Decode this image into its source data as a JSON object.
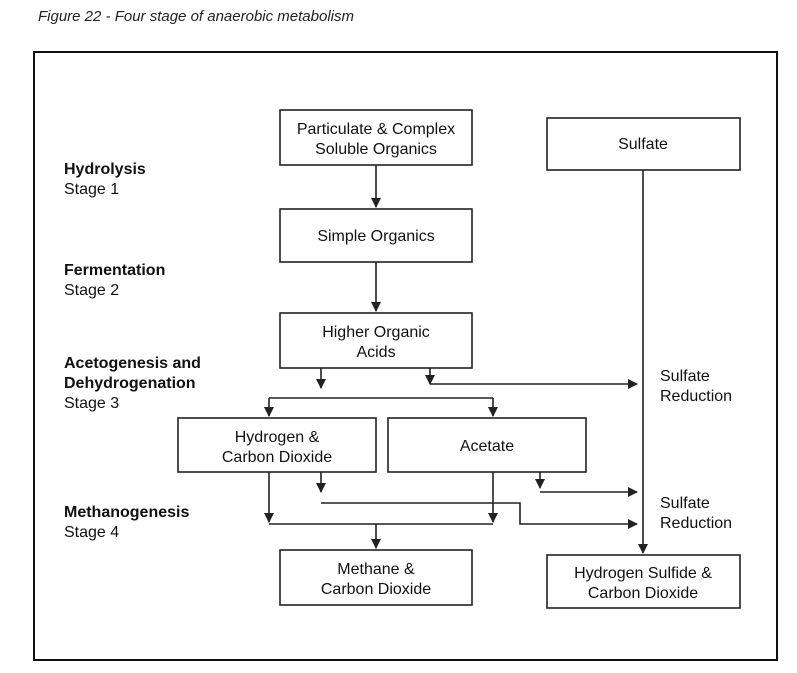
{
  "caption": "Figure 22 - Four stage of anaerobic metabolism",
  "stages": [
    {
      "name": "Hydrolysis",
      "number": "Stage 1"
    },
    {
      "name": "Fermentation",
      "number": "Stage 2"
    },
    {
      "name_line1": "Acetogenesis and",
      "name_line2": "Dehydrogenation",
      "number": "Stage 3"
    },
    {
      "name": "Methanogenesis",
      "number": "Stage 4"
    }
  ],
  "boxes": {
    "particulate": {
      "line1": "Particulate & Complex",
      "line2": "Soluble Organics"
    },
    "simple": {
      "line1": "Simple Organics"
    },
    "higher_acids": {
      "line1": "Higher Organic",
      "line2": "Acids"
    },
    "hydrogen_co2": {
      "line1": "Hydrogen &",
      "line2": "Carbon Dioxide"
    },
    "acetate": {
      "line1": "Acetate"
    },
    "methane_co2": {
      "line1": "Methane &",
      "line2": "Carbon Dioxide"
    },
    "sulfate": {
      "line1": "Sulfate"
    },
    "h2s_co2": {
      "line1": "Hydrogen Sulfide &",
      "line2": "Carbon Dioxide"
    }
  },
  "sulfate_reduction_1": {
    "line1": "Sulfate",
    "line2": "Reduction"
  },
  "sulfate_reduction_2": {
    "line1": "Sulfate",
    "line2": "Reduction"
  }
}
